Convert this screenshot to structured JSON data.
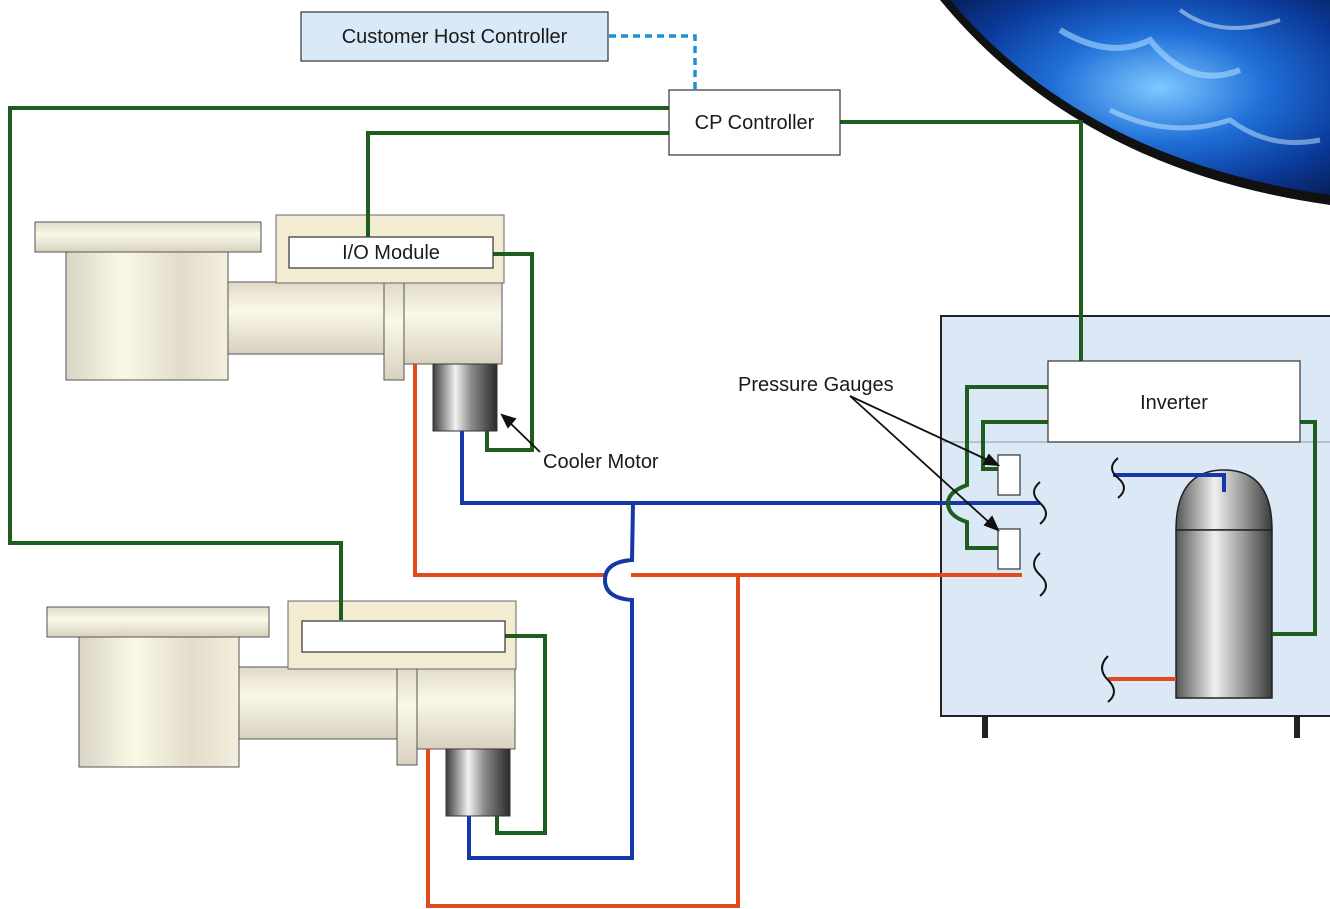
{
  "labels": {
    "customer_host_controller": "Customer Host Controller",
    "cp_controller": "CP Controller",
    "io_module": "I/O Module",
    "io_module_2": "",
    "inverter": "Inverter",
    "pressure_gauges": "Pressure Gauges",
    "cooler_motor": "Cooler Motor"
  },
  "colors": {
    "control_wire": "#1f5c1f",
    "network_link": "#1e8fd6",
    "blue_line": "#1538a8",
    "red_line": "#e04a1c",
    "compressor_panel": "#dbe8f5",
    "host_box": "#d9e9f8"
  },
  "components": [
    "pump-1",
    "pump-2",
    "compressor-unit",
    "globe-graphic"
  ]
}
